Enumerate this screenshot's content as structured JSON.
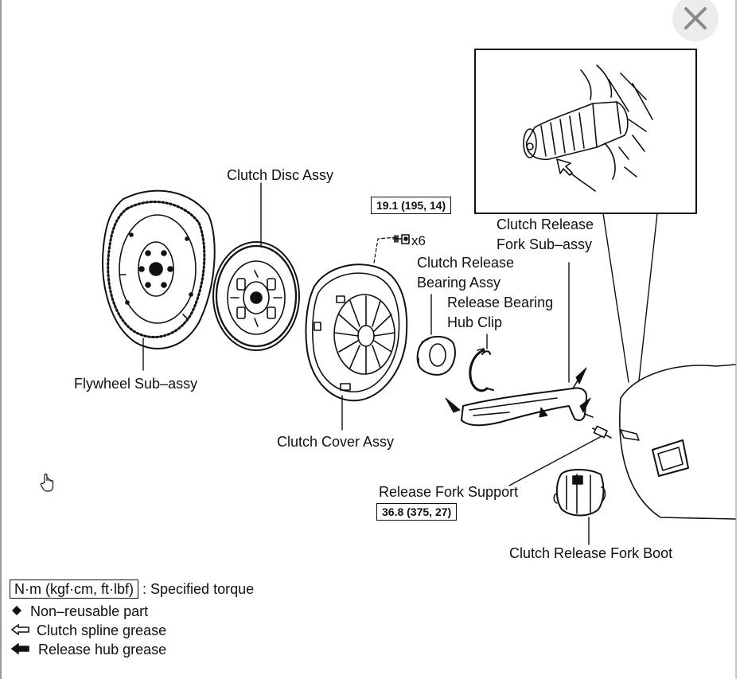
{
  "labels": {
    "clutch_disc": "Clutch Disc Assy",
    "flywheel": "Flywheel Sub–assy",
    "clutch_cover": "Clutch Cover Assy",
    "release_bearing_line1": "Clutch Release",
    "release_bearing_line2": "Bearing Assy",
    "hub_clip_line1": "Release Bearing",
    "hub_clip_line2": "Hub Clip",
    "fork_line1": "Clutch Release",
    "fork_line2": "Fork Sub–assy",
    "fork_support": "Release Fork Support",
    "fork_boot": "Clutch Release Fork Boot",
    "bolt_count": "x6"
  },
  "torque": {
    "cover_bolts": "19.1 (195, 14)",
    "fork_support": "36.8 (375, 27)"
  },
  "legend": {
    "torque_box": "N·m (kgf·cm, ft·lbf)",
    "torque_text": ": Specified torque",
    "non_reusable": "Non–reusable part",
    "spline_grease": "Clutch spline grease",
    "hub_grease": "Release hub grease"
  },
  "icons": {
    "close": "close-icon",
    "cursor": "hand-cursor-icon"
  }
}
